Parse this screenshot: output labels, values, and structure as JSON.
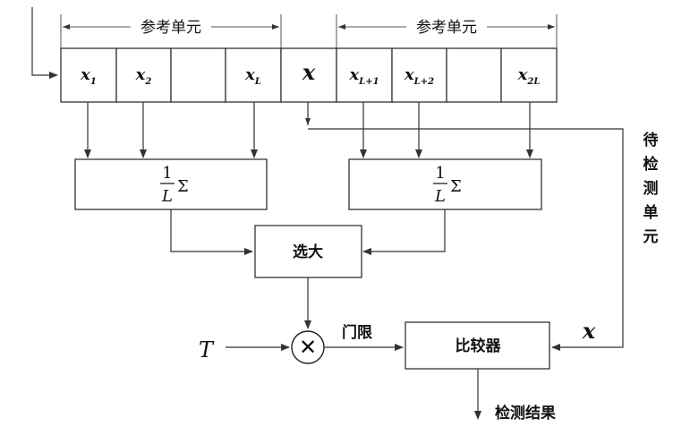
{
  "reference_label_left": "参考单元",
  "reference_label_right": "参考单元",
  "cells": [
    {
      "main": "x",
      "sub": "1"
    },
    {
      "main": "x",
      "sub": "2"
    },
    {
      "main": "",
      "sub": ""
    },
    {
      "main": "x",
      "sub": "L"
    },
    {
      "main": "x",
      "sub": ""
    },
    {
      "main": "x",
      "sub": "L+1"
    },
    {
      "main": "x",
      "sub": "L+2"
    },
    {
      "main": "",
      "sub": ""
    },
    {
      "main": "x",
      "sub": "2L"
    }
  ],
  "avg_left": {
    "numerator": "1",
    "denominator": "L",
    "symbol": "Σ"
  },
  "avg_right": {
    "numerator": "1",
    "denominator": "L",
    "symbol": "Σ"
  },
  "select_max_label": "选大",
  "threshold_label": "门限",
  "multiplier_symbol": "✕",
  "T_label": "T",
  "comparator_label": "比较器",
  "x_input_label": "x",
  "cell_under_test_chars": [
    "待",
    "检",
    "测",
    "单",
    "元"
  ],
  "detection_result_label": "检测结果"
}
